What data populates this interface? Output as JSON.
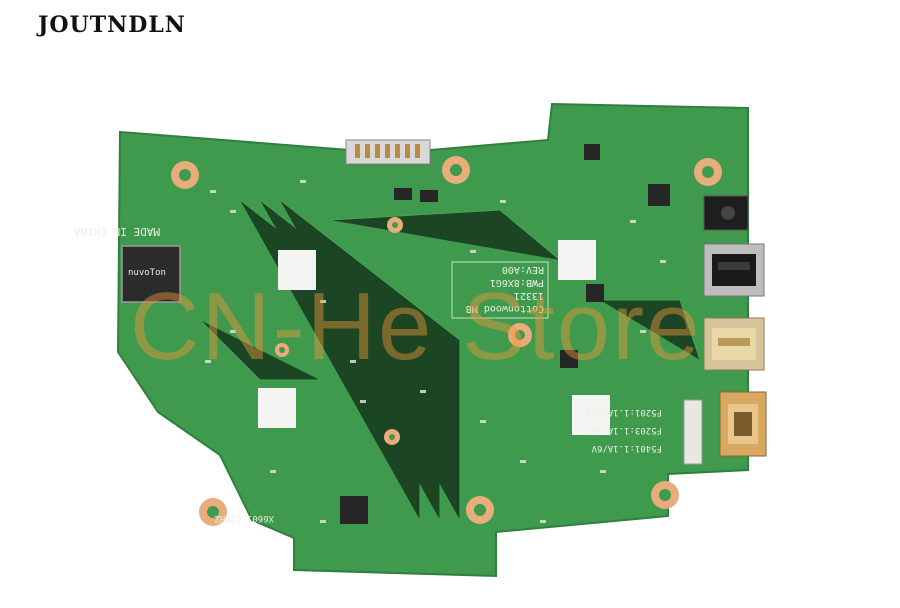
{
  "brand": {
    "title": "JOUTNDLN"
  },
  "watermark": {
    "text": "CN-He Store"
  },
  "board": {
    "labels": {
      "made_in": "MADE IN CHINA",
      "chip": "nuvoTon",
      "model_line1": "Cottonwood MB",
      "model_line2": "13321",
      "model_line3": "PWB:8X6G1",
      "model_line4": "REV:A00",
      "fuse1": "F5401:1.1A/6V",
      "fuse2": "F5203:1.1A/24V",
      "fuse3": "F5201:1.1A/24V",
      "bottom_code": "X6601 1ZMHZ"
    }
  },
  "colors": {
    "board": "#3f9a4e",
    "board_dark": "#2f7f3e",
    "pad": "#e9ad7c",
    "sticker": "#f4f4f2",
    "port_metal": "#c8c8c8",
    "hdmi_gold": "#d9a860"
  }
}
